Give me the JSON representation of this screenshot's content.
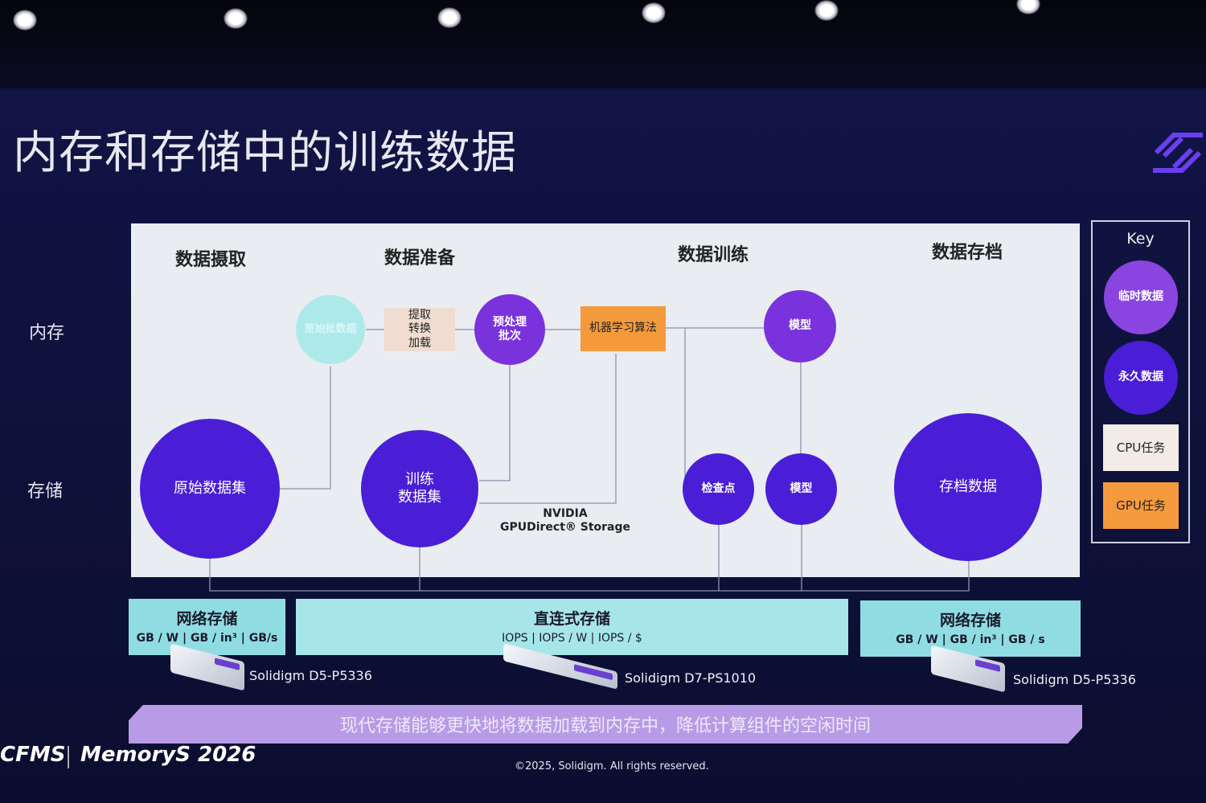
{
  "title": "内存和存储中的训练数据",
  "rows": {
    "memory": "内存",
    "storage": "存储"
  },
  "columns": [
    "数据摄取",
    "数据准备",
    "数据训练",
    "数据存档"
  ],
  "nodes": {
    "raw_batch": "原始批数据",
    "etl": "提取\n转换\n加载",
    "preprocessed_batch": "预处理\n批次",
    "ml_algorithm": "机器学习算法",
    "model_memory": "模型",
    "raw_dataset": "原始数据集",
    "training_dataset": "训练\n数据集",
    "checkpoint": "检查点",
    "model_storage": "模型",
    "archive_data": "存档数据"
  },
  "gds_label": {
    "line1": "NVIDIA",
    "line2": "GPUDirect® Storage"
  },
  "key": {
    "title": "Key",
    "items": [
      "临时数据",
      "永久数据",
      "CPU任务",
      "GPU任务"
    ]
  },
  "storage_bars": [
    {
      "title": "网络存储",
      "metrics": "GB / W  |  GB / in³  |  GB/s",
      "product": "Solidigm D5-P5336"
    },
    {
      "title": "直连式存储",
      "metrics": "IOPS  |  IOPS / W  |  IOPS / $",
      "product": "Solidigm D7-PS1010"
    },
    {
      "title": "网络存储",
      "metrics": "GB / W  |  GB / in³  |  GB / s",
      "product": "Solidigm D5-P5336"
    }
  ],
  "banner": "现代存储能够更快地将数据加载到内存中，降低计算组件的空闲时间",
  "footer": {
    "logo_cfms": "CFMS",
    "logo_memorys": "MemoryS 2026",
    "copyright": "©2025, Solidigm. All rights reserved."
  },
  "colors": {
    "violet": "#7a33dc",
    "blue": "#4a1ed6",
    "cpu": "#f0dcd0",
    "gpu": "#f59a3c",
    "bar": "#8fdde3",
    "banner": "#b79be6"
  }
}
